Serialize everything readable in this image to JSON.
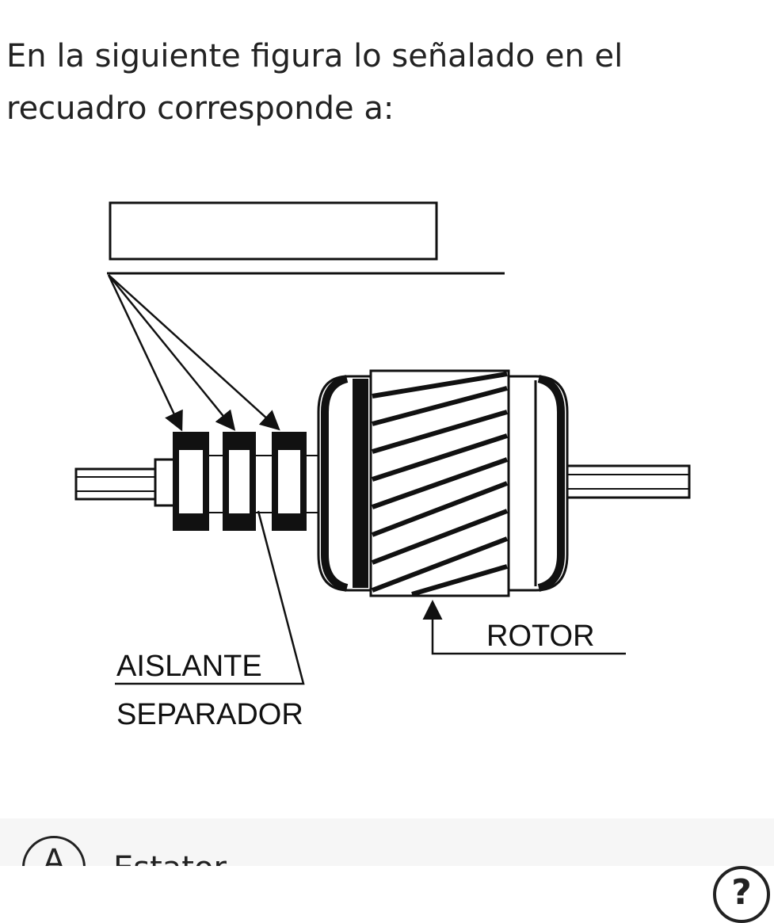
{
  "question": {
    "text": "En la siguiente figura lo señalado en el recuadro corresponde a:"
  },
  "figure": {
    "labels": {
      "rotor": "ROTOR",
      "aislante": "AISLANTE",
      "separador": "SEPARADOR"
    }
  },
  "option": {
    "letter": "A",
    "text": "Estator"
  },
  "help": {
    "icon": "question-circle-icon",
    "glyph": "?"
  }
}
